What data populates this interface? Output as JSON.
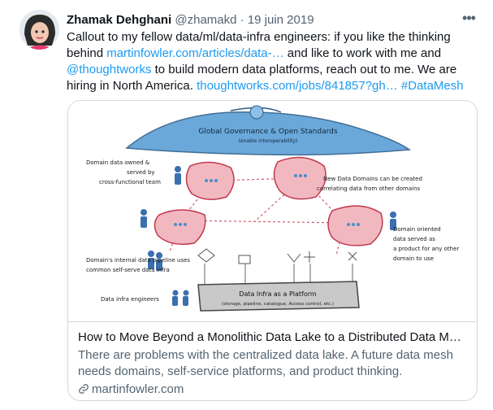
{
  "author": {
    "name": "Zhamak Dehghani",
    "handle": "@zhamakd",
    "separator": "·",
    "date": "19 juin 2019"
  },
  "more_icon": "ellipsis-icon",
  "tweet": {
    "t1": "Callout to my fellow data/ml/data-infra engineers: if you like the thinking behind ",
    "link1": "martinfowler.com/articles/data-…",
    "t2": " and like to work with me and ",
    "mention": "@thoughtworks",
    "t3": " to build modern  data platforms, reach out to me. We are hiring in North America. ",
    "link2": "thoughtworks.com/jobs/841857?gh…",
    "hashtag": "#DataMesh"
  },
  "card": {
    "image": {
      "governance": "Global Governance & Open Standards",
      "governance_sub": "(enable interoperability)",
      "domain_owned": [
        "Domain data owned &",
        "served by",
        "cross-functional team"
      ],
      "new_domains": [
        "New Data Domains can be created",
        "correlating data from other domains"
      ],
      "domain_oriented": [
        "Domain oriented",
        "data served as",
        "a product for any other",
        "domain to use"
      ],
      "pipeline": [
        "Domain's internal data pipeline uses",
        "common self-serve data infra"
      ],
      "engineers": "Data infra engineers",
      "platform": "Data Infra as a Platform",
      "platform_sub": "(storage, pipeline, catalogue, Access control, etc.)"
    },
    "title": "How to Move Beyond a Monolithic Data Lake to a Distributed Data M…",
    "description": "There are problems with the centralized data lake. A future data mesh needs domains, self-service platforms, and product thinking.",
    "domain": "martinfowler.com",
    "domain_icon": "link-icon"
  },
  "colors": {
    "accent": "#1d9bf0",
    "muted": "#536471"
  }
}
